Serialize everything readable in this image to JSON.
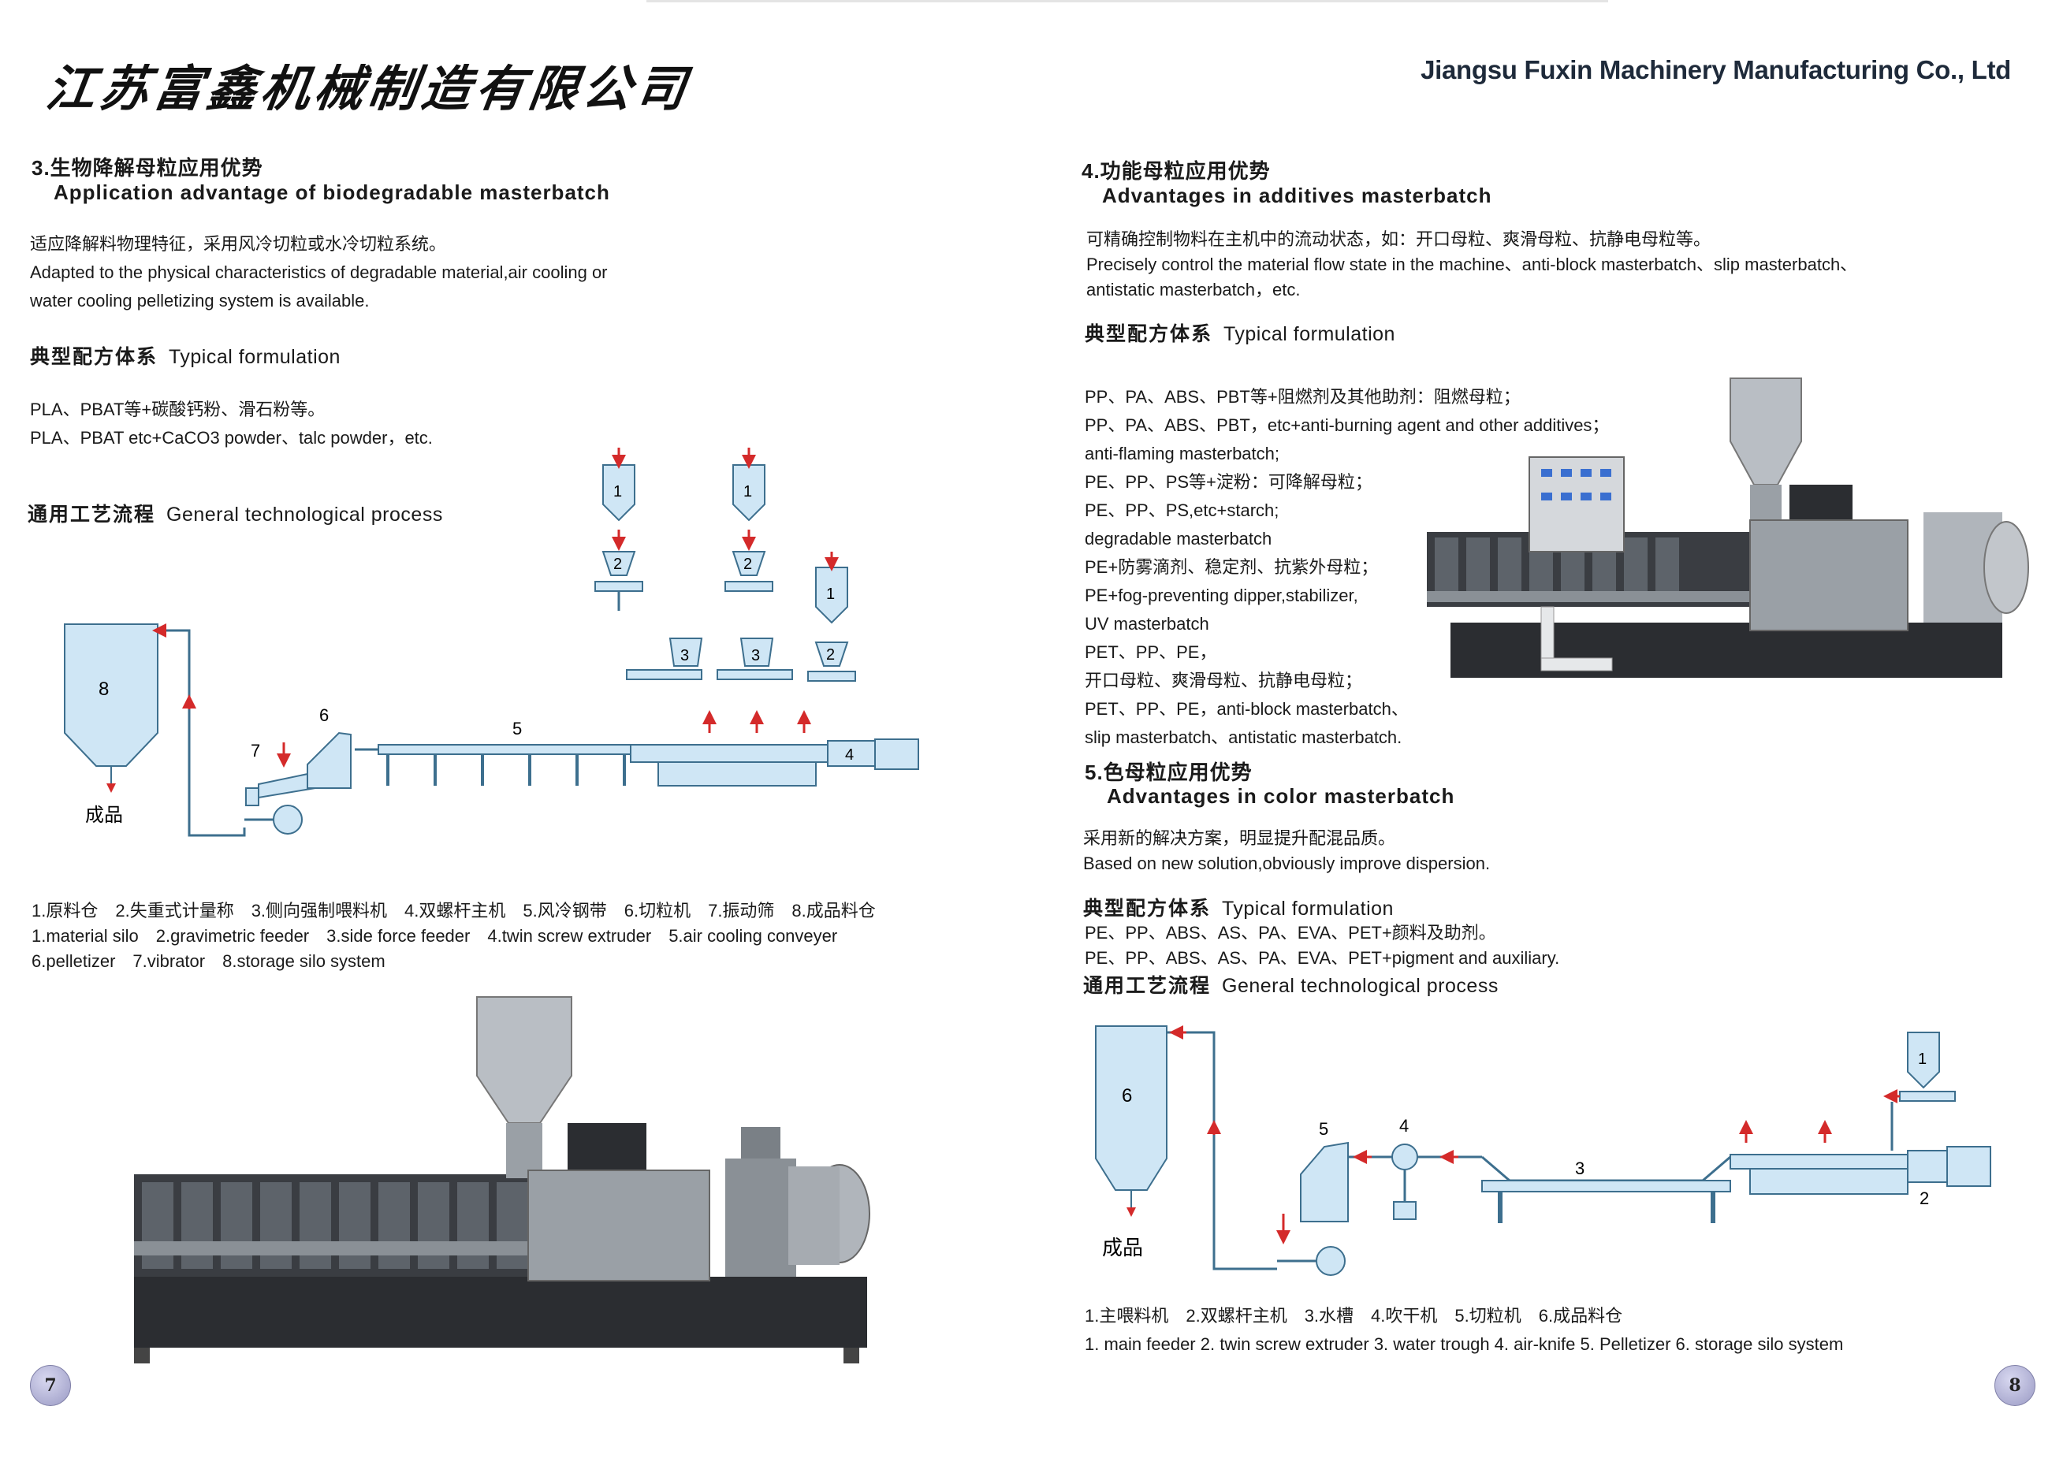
{
  "header": {
    "company_cn": "江苏富鑫机械制造有限公司",
    "company_en": "Jiangsu Fuxin Machinery Manufacturing Co., Ltd"
  },
  "left": {
    "title_cn": "3.生物降解母粒应用优势",
    "title_en": "Application advantage of biodegradable masterbatch",
    "desc": [
      "适应降解料物理特征，采用风冷切粒或水冷切粒系统。",
      "Adapted to the physical characteristics of degradable material,air cooling or",
      "water cooling pelletizing system is available."
    ],
    "formulation_heading_cn": "典型配方体系",
    "formulation_heading_en": "Typical formulation",
    "formulation": [
      "PLA、PBAT等+碳酸钙粉、滑石粉等。",
      "PLA、PBAT etc+CaCO3 powder、talc powder，etc."
    ],
    "process_heading_cn": "通用工艺流程",
    "process_heading_en": "General technological process",
    "diagram": {
      "product_label": "成品",
      "numbers": [
        "1",
        "2",
        "3",
        "4",
        "5",
        "6",
        "7",
        "8"
      ]
    },
    "legend": [
      "1.原料仓　2.失重式计量称　3.侧向强制喂料机　4.双螺杆主机　5.风冷钢带　6.切粒机　7.振动筛　8.成品料仓",
      "1.material silo　2.gravimetric feeder　3.side force feeder　4.twin screw extruder　5.air cooling conveyer",
      "6.pelletizer　7.vibrator　8.storage silo system"
    ],
    "page_number": "7"
  },
  "right": {
    "title4_cn": "4.功能母粒应用优势",
    "title4_en": "Advantages in additives masterbatch",
    "desc4": [
      "可精确控制物料在主机中的流动状态，如：开口母粒、爽滑母粒、抗静电母粒等。",
      "Precisely control the material flow state in the machine、anti-block masterbatch、slip masterbatch、",
      "antistatic masterbatch，etc."
    ],
    "formulation4_heading_cn": "典型配方体系",
    "formulation4_heading_en": "Typical formulation",
    "formulation4": [
      "PP、PA、ABS、PBT等+阻燃剂及其他助剂：阻燃母粒；",
      "PP、PA、ABS、PBT，etc+anti-burning agent and other additives；",
      "anti-flaming masterbatch;",
      "PE、PP、PS等+淀粉：可降解母粒；",
      "PE、PP、PS,etc+starch;",
      "degradable masterbatch",
      "PE+防雾滴剂、稳定剂、抗紫外母粒；",
      "PE+fog-preventing dipper,stabilizer,",
      "UV masterbatch",
      "PET、PP、PE，",
      "开口母粒、爽滑母粒、抗静电母粒；",
      "PET、PP、PE，anti-block masterbatch、",
      "slip masterbatch、antistatic masterbatch."
    ],
    "title5_cn": "5.色母粒应用优势",
    "title5_en": "Advantages in color masterbatch",
    "desc5": [
      "采用新的解决方案，明显提升配混品质。",
      "Based on new solution,obviously improve dispersion."
    ],
    "formulation5_heading_cn": "典型配方体系",
    "formulation5_heading_en": "Typical formulation",
    "formulation5": [
      "PE、PP、ABS、AS、PA、EVA、PET+颜料及助剂。",
      "PE、PP、ABS、AS、PA、EVA、PET+pigment and auxiliary."
    ],
    "process5_heading_cn": "通用工艺流程",
    "process5_heading_en": "General technological process",
    "diagram": {
      "product_label": "成品",
      "numbers": [
        "1",
        "2",
        "3",
        "4",
        "5",
        "6"
      ]
    },
    "legend": [
      "1.主喂料机　2.双螺杆主机　3.水槽　4.吹干机　5.切粒机　6.成品料仓",
      "1. main feeder  2. twin screw extruder  3. water trough  4. air-knife  5. Pelletizer  6. storage silo system"
    ],
    "page_number": "8"
  },
  "colors": {
    "diagram_blue": "#cfe6f5",
    "diagram_line": "#3d6f8e",
    "arrow_red": "#d42a2a",
    "machine_dark": "#2b2d31",
    "machine_grey": "#9aa0a6"
  }
}
